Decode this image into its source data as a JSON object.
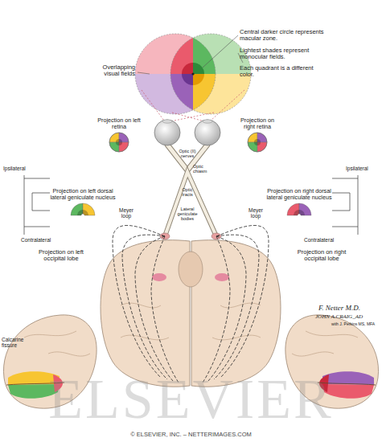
{
  "diagram": {
    "nodes": [
      {
        "text": [
          "Projection on left retina"
        ]
      },
      {
        "text": [
          "Projection on right retina"
        ]
      },
      {
        "text": [
          "Projection on left dorsal lateral geniculate nucleus"
        ]
      },
      {
        "text": [
          "Projection on right dorsal lateral geniculate nucleus"
        ]
      }
    ],
    "labels": [
      "Central darker circle represents macular zone.",
      "Lightest shades represent monocular fields.",
      "Each quadrant is a different color.",
      "Overlapping visual fields",
      "Optic (II) nerves",
      "Optic chiasm",
      "Optic tracts",
      "Lateral geniculate bodies",
      "Meyer loop",
      "Meyer loop",
      "Ipsilateral",
      "Contralateral",
      "Projection on left occipital lobe",
      "Ipsilateral",
      "Contralateral",
      "Projection on right occipital lobe",
      "Calcarine fissure",
      "F. Netter M.D.",
      "JOHN A.CRAIG_AD",
      "with J. Perkins MS, MFA",
      "ELSEVIER",
      "© ELSEVIER, INC. – NETTERIMAGES.COM"
    ]
  }
}
